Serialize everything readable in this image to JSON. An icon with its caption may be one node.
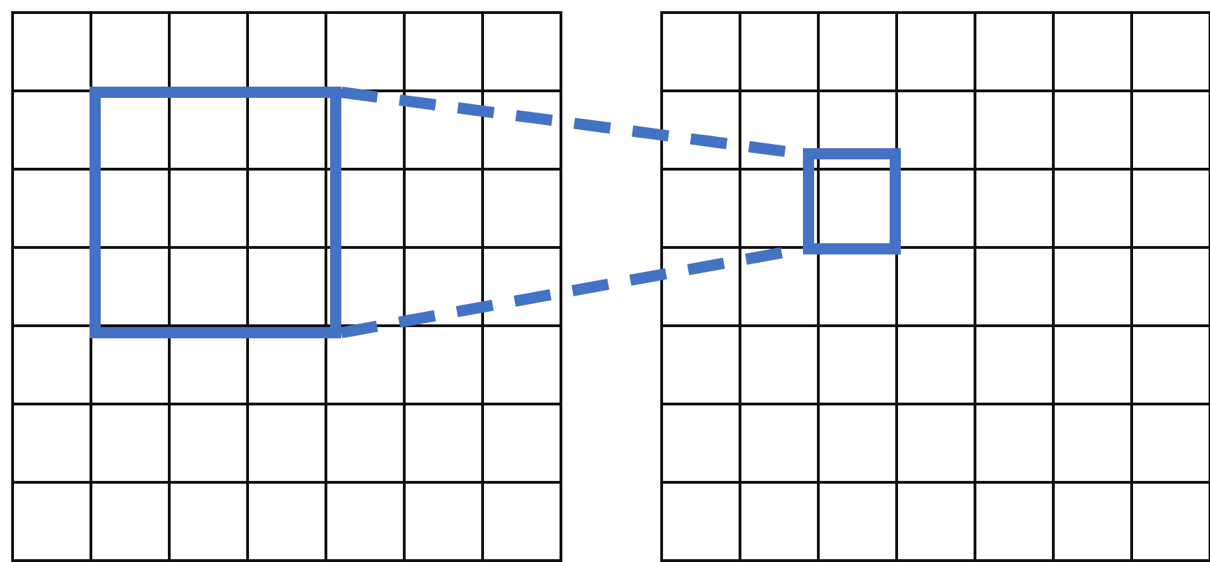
{
  "diagram": {
    "nodes": [
      {
        "text": [],
        "shape": "box"
      },
      {
        "text": [],
        "shape": "box",
        "in": 0
      },
      {
        "text": [],
        "shape": "box"
      },
      {
        "text": [],
        "shape": "box",
        "in": 2
      }
    ],
    "edges": [
      {
        "from": 1,
        "to": 3,
        "arrow": "none",
        "style": "dashed",
        "color": "#4472c4"
      },
      {
        "from": 1,
        "to": 3,
        "arrow": "none",
        "style": "dashed",
        "color": "#4472c4"
      }
    ]
  }
}
